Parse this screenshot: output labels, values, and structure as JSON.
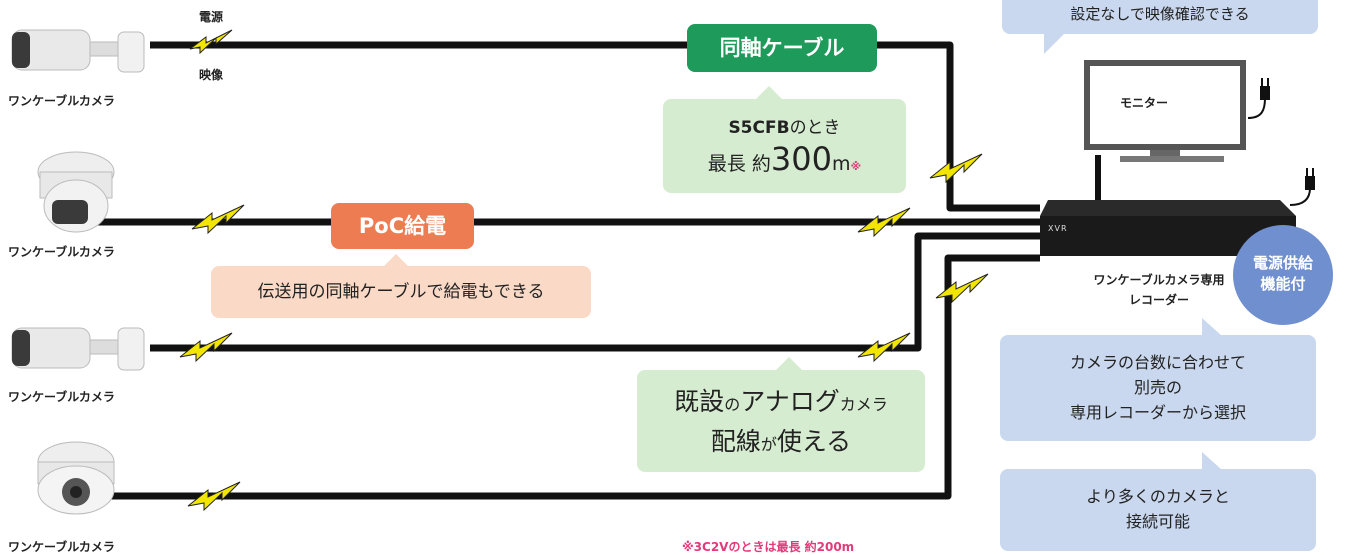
{
  "cameras": [
    {
      "label": "ワンケーブルカメラ"
    },
    {
      "label": "ワンケーブルカメラ"
    },
    {
      "label": "ワンケーブルカメラ"
    },
    {
      "label": "ワンケーブルカメラ"
    }
  ],
  "power_label": "電源",
  "video_label": "映像",
  "coax_badge": "同軸ケーブル",
  "coax_bubble": {
    "model": "S5CFB",
    "line1_suffix": "のとき",
    "prefix": "最長 約",
    "number": "300",
    "unit": "m",
    "mark": "※"
  },
  "poc_badge": "PoC給電",
  "poc_bubble": "伝送用の同軸ケーブルで給電もできる",
  "analog_bubble": {
    "w1": "既設",
    "w2": "の",
    "w3": "アナログ",
    "w4": "カメラ",
    "w5": "配線",
    "w6": "が",
    "w7": "使える"
  },
  "monitor_bubble": "設定なしで映像確認できる",
  "monitor_label": "モニター",
  "recorder_brand": "XVR",
  "recorder_label_line1": "ワンケーブルカメラ専用",
  "recorder_label_line2": "レコーダー",
  "power_circle": {
    "line1": "電源供給",
    "line2": "機能付"
  },
  "recorder_bubble": {
    "line1": "カメラの台数に合わせて",
    "line2": "別売の",
    "line3": "専用レコーダーから選択"
  },
  "more_bubble": {
    "line1": "より多くのカメラと",
    "line2": "接続可能"
  },
  "footnote": "※3C2Vのときは最長 約200m",
  "colors": {
    "green": "#1e9a5a",
    "orange": "#ee7c52",
    "blue_bubble": "#c9d8ee",
    "green_bubble": "#d6ecd0",
    "orange_bubble": "#fbd9c7",
    "circle": "#6f8fcf",
    "bolt": "#f2e500"
  }
}
